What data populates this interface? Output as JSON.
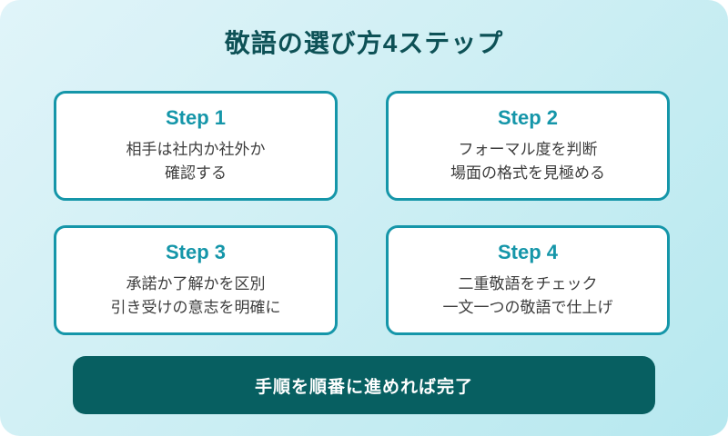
{
  "title": "敬語の選び方4ステップ",
  "steps": [
    {
      "label": "Step 1",
      "lines": [
        "相手は社内か社外か",
        "確認する"
      ]
    },
    {
      "label": "Step 2",
      "lines": [
        "フォーマル度を判断",
        "場面の格式を見極める"
      ]
    },
    {
      "label": "Step 3",
      "lines": [
        "承諾か了解かを区別",
        "引き受けの意志を明確に"
      ]
    },
    {
      "label": "Step 4",
      "lines": [
        "二重敬語をチェック",
        "一文一つの敬語で仕上げ"
      ]
    }
  ],
  "footer": {
    "label": "手順を順番に進めれば完了"
  },
  "colors": {
    "accent_teal": "#1596a9",
    "title_dark_teal": "#0d5156",
    "banner_dark_teal": "#075f61",
    "body_text": "#3d3d3d",
    "background_gradient_start": "#e0f4f9",
    "background_gradient_end": "#b6e8ef",
    "card_background": "#ffffff"
  }
}
